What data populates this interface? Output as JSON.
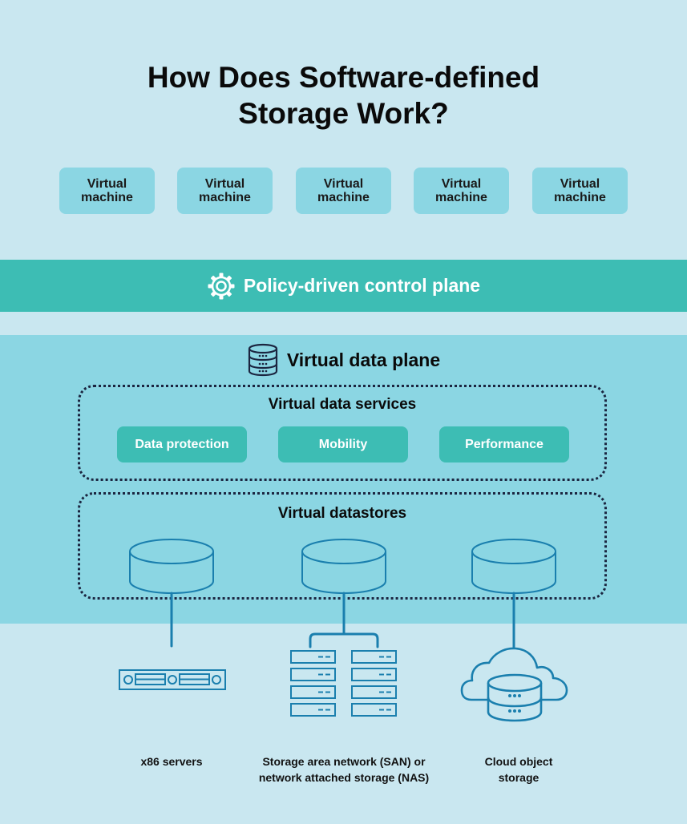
{
  "title": {
    "line1": "How Does Software-defined",
    "line2": "Storage Work?"
  },
  "virtual_machines": [
    {
      "line1": "Virtual",
      "line2": "machine"
    },
    {
      "line1": "Virtual",
      "line2": "machine"
    },
    {
      "line1": "Virtual",
      "line2": "machine"
    },
    {
      "line1": "Virtual",
      "line2": "machine"
    },
    {
      "line1": "Virtual",
      "line2": "machine"
    }
  ],
  "control_plane": {
    "icon": "gear-icon",
    "label": "Policy-driven control plane"
  },
  "data_plane": {
    "icon": "database-icon",
    "label": "Virtual data plane",
    "services": {
      "title": "Virtual data services",
      "items": [
        "Data protection",
        "Mobility",
        "Performance"
      ]
    },
    "datastores": {
      "title": "Virtual datastores",
      "count": 3
    }
  },
  "storage_targets": [
    {
      "icon": "rack-server-icon",
      "label_line1": "x86 servers",
      "label_line2": ""
    },
    {
      "icon": "san-nas-storage-icon",
      "label_line1": "Storage area network (SAN) or",
      "label_line2": "network attached storage (NAS)"
    },
    {
      "icon": "cloud-database-icon",
      "label_line1": "Cloud object",
      "label_line2": "storage"
    }
  ],
  "colors": {
    "background": "#c9e7f0",
    "light_teal": "#8bd6e3",
    "teal": "#3dbdb4",
    "icon_blue": "#1a7fae",
    "dotted_border": "#1b2540"
  }
}
